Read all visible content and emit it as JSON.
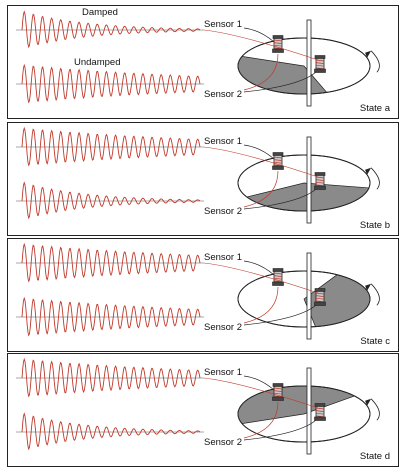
{
  "labels": {
    "damped": "Damped",
    "undamped": "Undamped",
    "sensor1": "Sensor 1",
    "sensor2": "Sensor 2"
  },
  "panels": [
    {
      "state": "State a",
      "show_damping_labels": true,
      "damped_trace": "top",
      "shaded": "front-left"
    },
    {
      "state": "State b",
      "show_damping_labels": false,
      "damped_trace": "bottom",
      "shaded": "front-right"
    },
    {
      "state": "State c",
      "show_damping_labels": false,
      "damped_trace": "none",
      "shaded": "back-right"
    },
    {
      "state": "State d",
      "show_damping_labels": false,
      "damped_trace": "bottom",
      "shaded": "back-left"
    }
  ],
  "colors": {
    "wave": "#c0392b",
    "baseline": "#555555",
    "shade": "#8a8a8a",
    "disk_fill": "#ffffff",
    "stroke": "#222222"
  }
}
